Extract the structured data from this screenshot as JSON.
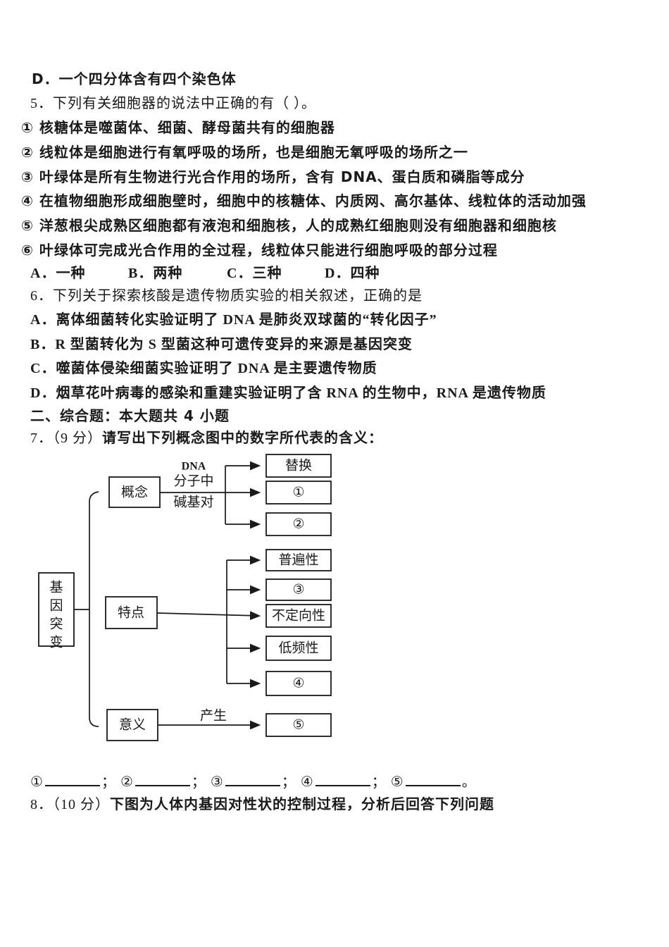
{
  "ink_color": "#1a1a1a",
  "lines": {
    "q4_d": "D．一个四分体含有四个染色体",
    "q5_stem": "5．下列有关细胞器的说法中正确的有（  ）。",
    "q5_s1": "① 核糖体是噬菌体、细菌、酵母菌共有的细胞器",
    "q5_s2": "② 线粒体是细胞进行有氧呼吸的场所，也是细胞无氧呼吸的场所之一",
    "q5_s3": "③ 叶绿体是所有生物进行光合作用的场所，含有 DNA、蛋白质和磷脂等成分",
    "q5_s4": "④ 在植物细胞形成细胞壁时，细胞中的核糖体、内质网、高尔基体、线粒体的活动加强",
    "q5_s5": "⑤ 洋葱根尖成熟区细胞都有液泡和细胞核，人的成熟红细胞则没有细胞器和细胞核",
    "q5_s6": "⑥ 叶绿体可完成光合作用的全过程，线粒体只能进行细胞呼吸的部分过程",
    "q6_stem": "6．下列关于探索核酸是遗传物质实验的相关叙述，正确的是",
    "q6_a": "A．离体细菌转化实验证明了 DNA 是肺炎双球菌的“转化因子”",
    "q6_b": "B．R 型菌转化为 S 型菌这种可遗传变异的来源是基因突变",
    "q6_c": "C．噬菌体侵染细菌实验证明了 DNA 是主要遗传物质",
    "q6_d": "D．烟草花叶病毒的感染和重建实验证明了含 RNA 的生物中，RNA 是遗传物质",
    "section2": "二、综合题：本大题共 4 小题"
  },
  "q5_options": {
    "a": "A．一种",
    "b": "B．两种",
    "c": "C．三种",
    "d": "D．四种"
  },
  "q7": {
    "prefix": "7．（9 分）",
    "rest": "请写出下列概念图中的数字所代表的含义："
  },
  "q8": {
    "prefix": "8．（10 分）",
    "rest": "下图为人体内基因对性状的控制过程，分析后回答下列问题"
  },
  "answer_line": {
    "n1": "①",
    "n2": "②",
    "n3": "③",
    "n4": "④",
    "n5": "⑤",
    "sep": "；",
    "end": "。"
  },
  "diagram": {
    "root": "基因突变",
    "root_chars": [
      "基",
      "因",
      "突",
      "变"
    ],
    "nodes": {
      "concept": "概念",
      "feature": "特点",
      "meaning": "意义"
    },
    "edge_labels": {
      "dna_line1": "DNA",
      "dna_line2": "分子中",
      "dna_line3": "碱基对",
      "produce": "产生"
    },
    "leaves": {
      "substitution": "替换",
      "b1": "①",
      "b2": "②",
      "universality": "普遍性",
      "b3": "③",
      "nondirectional": "不定向性",
      "low_frequency": "低频性",
      "b4": "④",
      "b5": "⑤"
    }
  }
}
